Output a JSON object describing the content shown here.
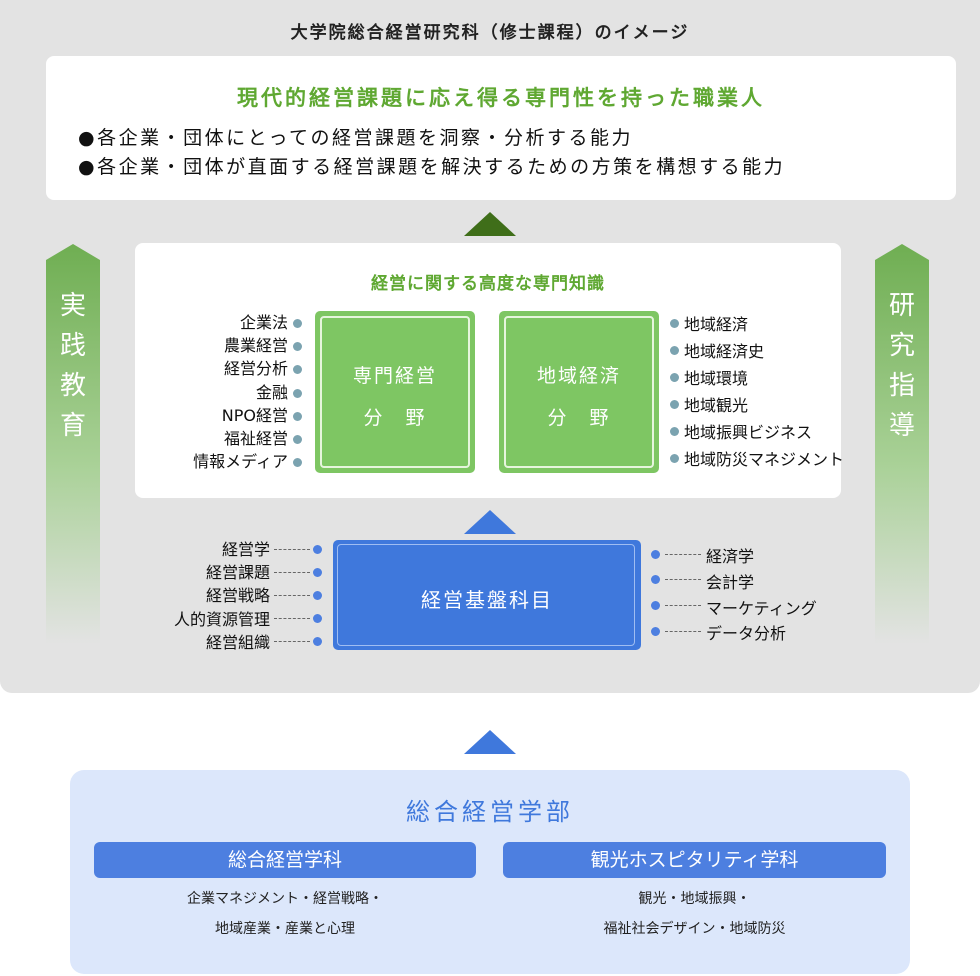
{
  "title": "大学院総合経営研究科（修士課程）のイメージ",
  "goal": {
    "heading": "現代的経営課題に応え得る専門性を持った職業人",
    "lines": [
      "●各企業・団体にとっての経営課題を洞察・分析する能力",
      "●各企業・団体が直面する経営課題を解決するための方策を構想する能力"
    ]
  },
  "side_left": {
    "chars": [
      "実",
      "践",
      "教",
      "育"
    ]
  },
  "side_right": {
    "chars": [
      "研",
      "究",
      "指",
      "導"
    ]
  },
  "knowledge": {
    "heading": "経営に関する高度な専門知識",
    "fields": [
      {
        "line1": "専門経営",
        "line2": "分　野"
      },
      {
        "line1": "地域経済",
        "line2": "分　野"
      }
    ],
    "left_items": [
      "企業法",
      "農業経営",
      "経営分析",
      "金融",
      "NPO経営",
      "福祉経営",
      "情報メディア"
    ],
    "right_items": [
      "地域経済",
      "地域経済史",
      "地域環境",
      "地域観光",
      "地域振興ビジネス",
      "地域防災マネジメント"
    ]
  },
  "base": {
    "label": "経営基盤科目",
    "left_items": [
      "経営学",
      "経営課題",
      "経営戦略",
      "人的資源管理",
      "経営組織"
    ],
    "right_items": [
      "経済学",
      "会計学",
      "マーケティング",
      "データ分析"
    ]
  },
  "faculty": {
    "title": "総合経営学部",
    "departments": [
      {
        "name": "総合経営学科",
        "desc1": "企業マネジメント・経営戦略・",
        "desc2": "地域産業・産業と心理"
      },
      {
        "name": "観光ホスピタリティ学科",
        "desc1": "観光・地域振興・",
        "desc2": "福祉社会デザイン・地域防災"
      }
    ]
  },
  "colors": {
    "green_text": "#5fa832",
    "green_box": "#7ec663",
    "blue_box": "#3f78dc",
    "faculty_bg": "#dce7fb",
    "outer_bg": "#e3e3e3"
  }
}
